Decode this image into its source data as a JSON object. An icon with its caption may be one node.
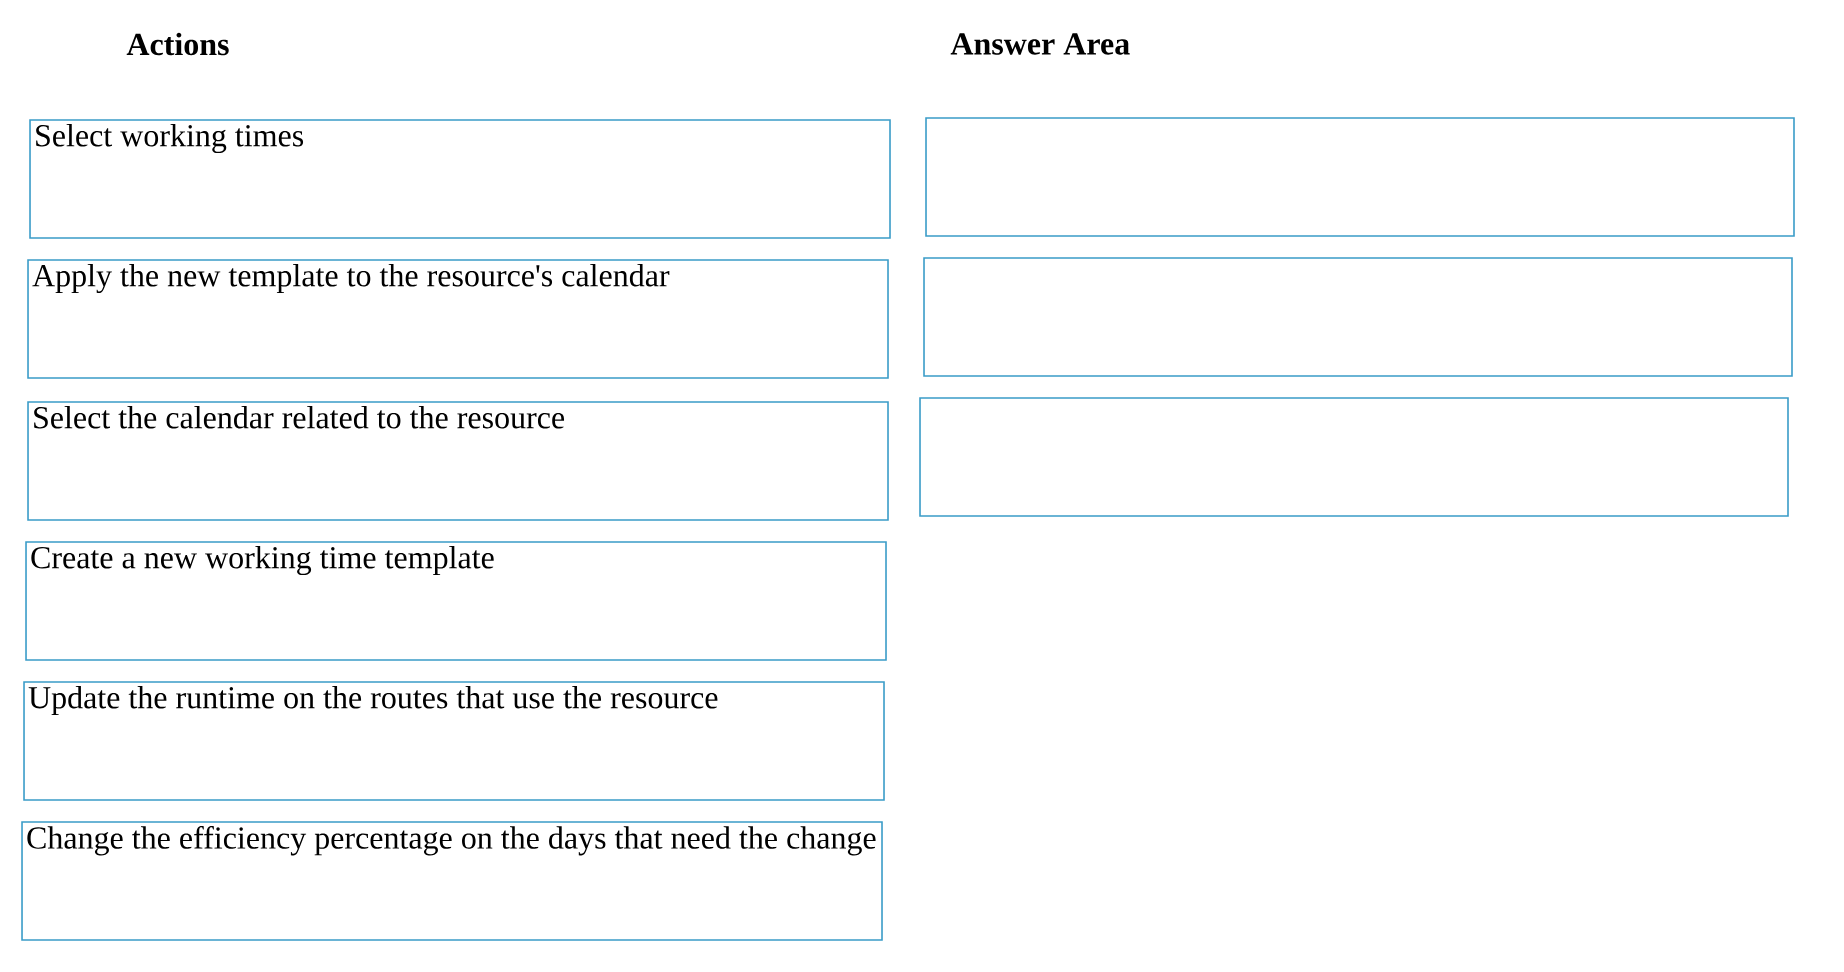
{
  "diagram": {
    "nodes": [
      {
        "text": [
          "Select working times"
        ]
      },
      {
        "text": [
          "Apply the new template to the resource's calendar"
        ]
      },
      {
        "text": [
          "Select the calendar related to the resource"
        ]
      },
      {
        "text": [
          "Create a new working time template"
        ]
      },
      {
        "text": [
          "Update the runtime on the routes that use the resource"
        ]
      },
      {
        "text": [
          "Change the efficiency percentage on the days that need the change"
        ]
      },
      {
        "text": [],
        "shape": "box"
      },
      {
        "text": [],
        "shape": "box"
      },
      {
        "text": [],
        "shape": "box"
      }
    ],
    "edges": [],
    "labels": [
      "Actions",
      "Answer Area"
    ]
  }
}
